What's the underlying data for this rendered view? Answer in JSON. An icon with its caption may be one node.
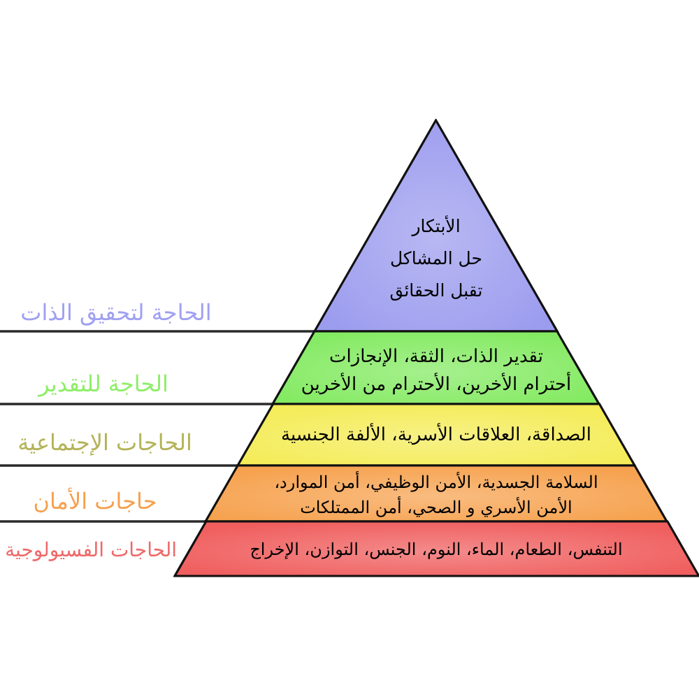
{
  "diagram": {
    "nodes": [
      {
        "text": [
          "الأبتكار",
          "حل المشاكل",
          "تقبل الحقائق"
        ]
      },
      {
        "text": [
          "تقدير الذات، الثقة، الإنجازات",
          "أحترام الأخرين، الأحترام من الأخرين"
        ]
      },
      {
        "text": [
          "الصداقة، العلاقات الأسرية، الألفة الجنسية"
        ]
      },
      {
        "text": [
          "السلامة الجسدية، الأمن الوظيفي، أمن الموارد، الأمن الأسري و الصحي، أمن الممتلكات"
        ]
      },
      {
        "text": [
          "التنفس، الطعام، الماء، النوم، الجنس، التوازن، الإخراج"
        ]
      }
    ],
    "labels": [
      "الحاجة لتحقيق الذات",
      "الحاجة للتقدير",
      "الحاجات الإجتماعية",
      "حاجات الأمان",
      "الحاجات الفسيولوجية"
    ]
  }
}
